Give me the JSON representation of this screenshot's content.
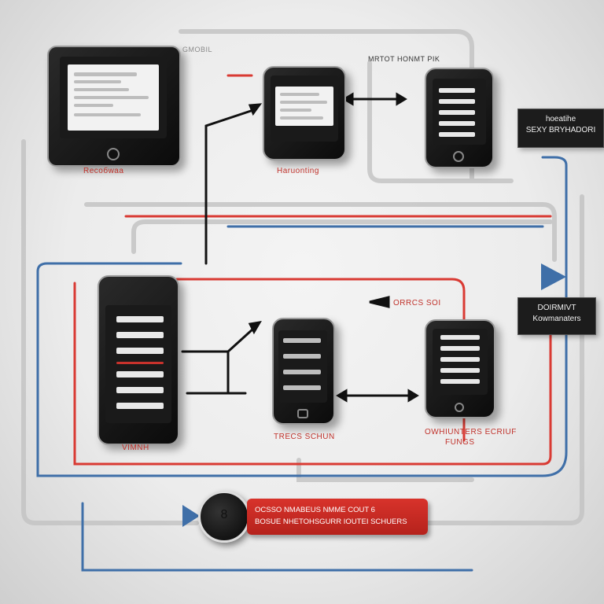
{
  "labels": {
    "tablet_caption": "Recoбwaa",
    "phone1_caption": "Haruonting",
    "phone2_header": "MRTOT HONMT PIK",
    "top_right_box_line1": "hoeatihe",
    "top_right_box_line2": "SEXY BRYHADORI",
    "mid_box_line1": "DOIRMIVT",
    "mid_box_line2": "Kowmanaters",
    "small_top_tag": "GMOBIL",
    "mid_arrow_label": "ORRCS SOI",
    "phone3_caption": "VIMNH",
    "phone4_caption": "TRECS SCHUN",
    "phone5_caption_line1": "OWHIUNTERS ECRIUF",
    "phone5_caption_line2": "FUNGS",
    "banner_line1": "OCSSO NMABEUS NMME COUT 6",
    "banner_line2": "BOSUE NHETOHSGURR IOUTEI SCHUERS",
    "circle_glyph": "8"
  },
  "colors": {
    "red_wire": "#d93a33",
    "blue_wire": "#3f6fa8",
    "gray_wire": "#b8b8b8",
    "banner": "#c92b24"
  },
  "icons": {
    "play_triangle": "triangle-right-icon",
    "arrow": "arrow-icon"
  }
}
